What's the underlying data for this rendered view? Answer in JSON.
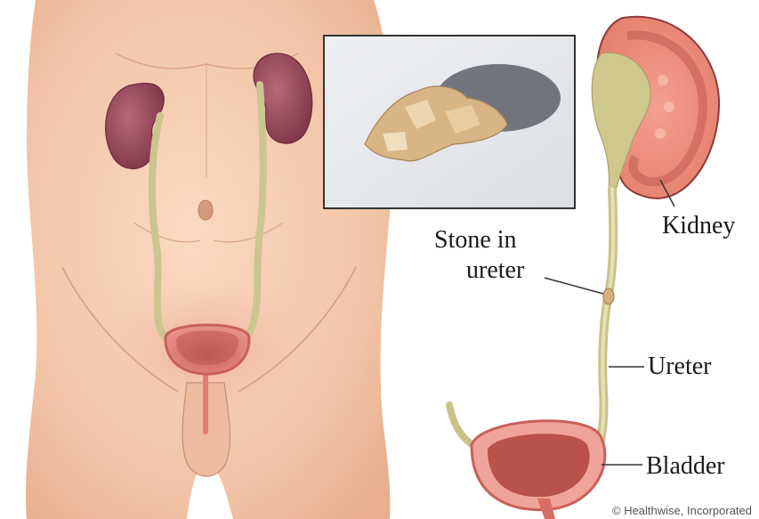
{
  "labels": {
    "stone_line1": "Stone in",
    "stone_line2": "ureter",
    "kidney": "Kidney",
    "ureter": "Ureter",
    "bladder": "Bladder"
  },
  "credit": "© Healthwise, Incorporated",
  "colors": {
    "skin": "#f3c9ad",
    "kidney": "#9a4a5c",
    "ureter": "#cdc79a",
    "bladder": "#e8857a",
    "photo_bg": "#e9ebef"
  }
}
